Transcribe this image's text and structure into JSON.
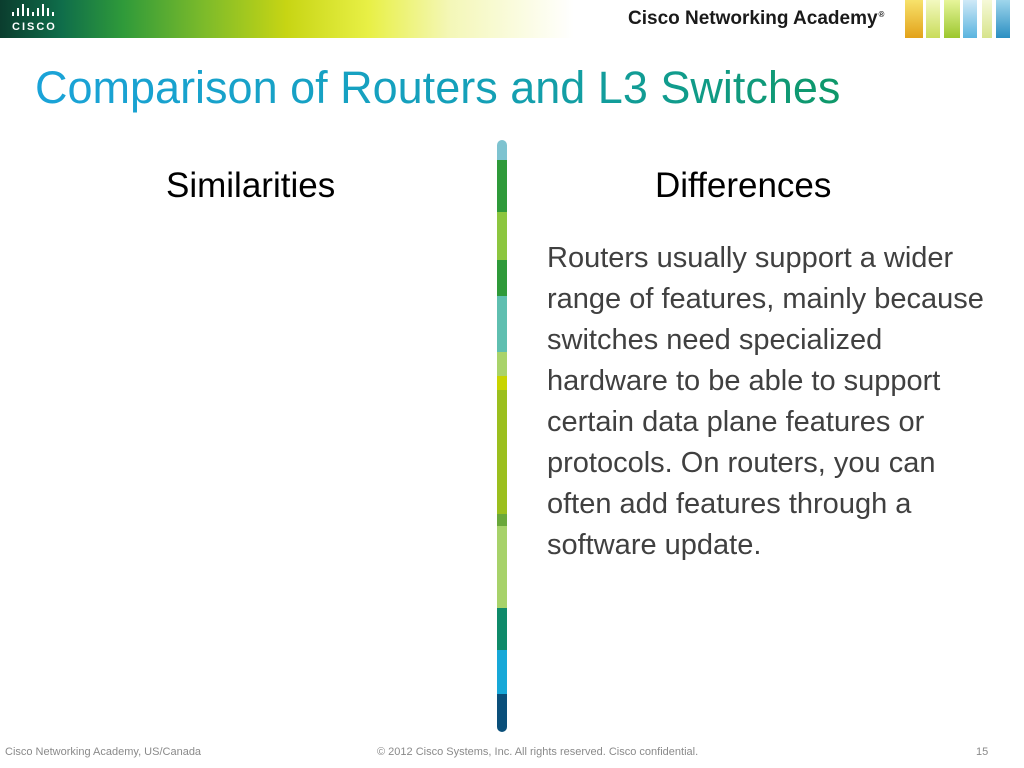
{
  "header": {
    "logo_text": "CISCO",
    "academy_title": "Cisco Networking Academy",
    "trademark": "®"
  },
  "slide": {
    "title": "Comparison of Routers and L3 Switches",
    "left_heading": "Similarities",
    "right_heading": "Differences",
    "differences_text": "Routers usually support a wider range of features, mainly because switches need specialized hardware to be able to support certain data plane features or protocols. On routers, you can often add features through a software update."
  },
  "footer": {
    "left": "Cisco Networking Academy, US/Canada",
    "center": "© 2012 Cisco Systems, Inc. All rights reserved. Cisco confidential.",
    "page_number": "15"
  },
  "colors": {
    "title_start": "#1aa3d8",
    "title_end": "#0e9868",
    "body_text": "#404040",
    "footer_text": "#8a8a8a"
  }
}
